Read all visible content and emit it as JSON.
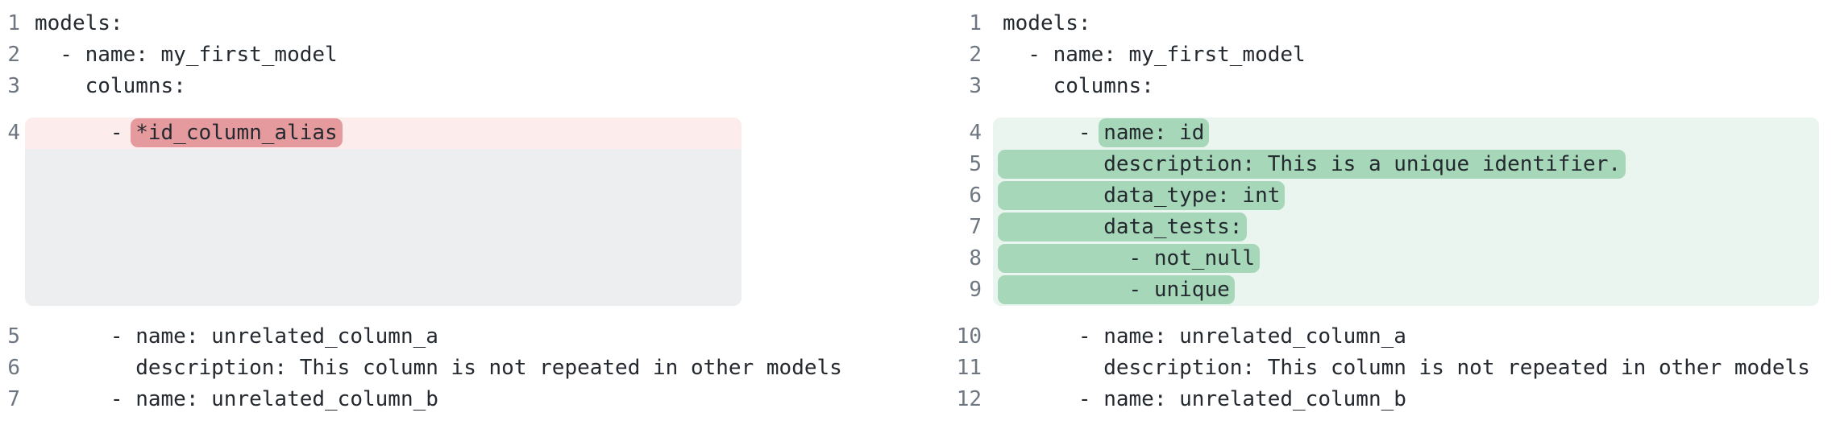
{
  "view": {
    "description": "Side-by-side YAML code comparison, before and after fix",
    "language": "yaml"
  },
  "colors": {
    "code_text": "#24292f",
    "line_number": "#6e7781",
    "removed_row_bg": "#fcecec",
    "removed_token_bg": "#e59b9d",
    "added_block_bg": "#e9f5ee",
    "added_token_bg": "#a6d7b8",
    "collapsed_filler_bg": "#edeef0"
  },
  "panels": [
    {
      "name": "before",
      "sections": [
        {
          "type": "code",
          "lines": [
            {
              "num": "1",
              "pre": "models:"
            },
            {
              "num": "2",
              "pre": "  - name: my_first_model"
            },
            {
              "num": "3",
              "pre": "    columns:"
            }
          ]
        },
        {
          "type": "block",
          "variant": "removed",
          "filler_rows": 5,
          "lines": [
            {
              "num": "4",
              "pre": "      - ",
              "mark": "*id_column_alias"
            }
          ]
        },
        {
          "type": "code",
          "lines": [
            {
              "num": "5",
              "pre": "      - name: unrelated_column_a"
            },
            {
              "num": "6",
              "pre": "        description: This column is not repeated in other models"
            },
            {
              "num": "7",
              "pre": "      - name: unrelated_column_b"
            }
          ]
        }
      ]
    },
    {
      "name": "after",
      "sections": [
        {
          "type": "code",
          "lines": [
            {
              "num": "1",
              "pre": "models:"
            },
            {
              "num": "2",
              "pre": "  - name: my_first_model"
            },
            {
              "num": "3",
              "pre": "    columns:"
            }
          ]
        },
        {
          "type": "block",
          "variant": "added",
          "filler_rows": 0,
          "lines": [
            {
              "num": "4",
              "pre": "      - ",
              "mark": "name: id"
            },
            {
              "num": "5",
              "pre": "",
              "mark": "        description: This is a unique identifier."
            },
            {
              "num": "6",
              "pre": "",
              "mark": "        data_type: int"
            },
            {
              "num": "7",
              "pre": "",
              "mark": "        data_tests:"
            },
            {
              "num": "8",
              "pre": "",
              "mark": "          - not_null"
            },
            {
              "num": "9",
              "pre": "",
              "mark": "          - unique"
            }
          ]
        },
        {
          "type": "code",
          "lines": [
            {
              "num": "10",
              "pre": "      - name: unrelated_column_a"
            },
            {
              "num": "11",
              "pre": "        description: This column is not repeated in other models"
            },
            {
              "num": "12",
              "pre": "      - name: unrelated_column_b"
            }
          ]
        }
      ]
    }
  ]
}
